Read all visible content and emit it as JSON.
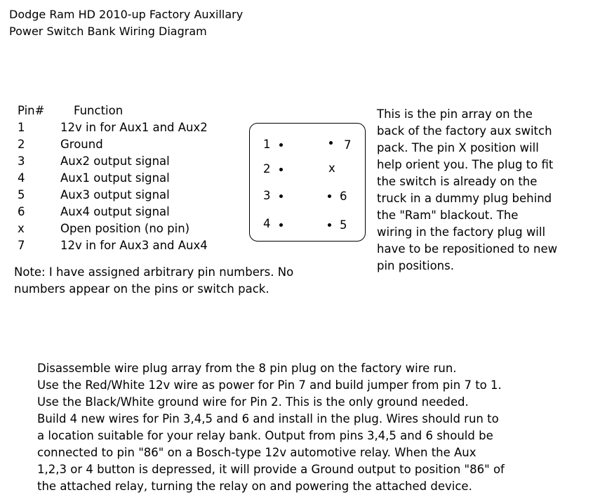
{
  "title": {
    "line1": "Dodge Ram HD 2010-up Factory Auxillary",
    "line2": "Power Switch Bank Wiring Diagram"
  },
  "pin_table": {
    "header": {
      "pin": "Pin#",
      "function": "Function"
    },
    "rows": [
      {
        "pin": "1",
        "function": "12v in for Aux1 and Aux2"
      },
      {
        "pin": "2",
        "function": "Ground"
      },
      {
        "pin": "3",
        "function": "Aux2 output signal"
      },
      {
        "pin": "4",
        "function": "Aux1 output signal"
      },
      {
        "pin": "5",
        "function": "Aux3 output signal"
      },
      {
        "pin": "6",
        "function": "Aux4 output signal"
      },
      {
        "pin": "x",
        "function": "Open position (no pin)"
      },
      {
        "pin": "7",
        "function": "12v in for Aux3 and Aux4"
      }
    ]
  },
  "note": {
    "line1": "Note: I have assigned arbitrary pin numbers.  No",
    "line2": "numbers appear on the pins or switch pack."
  },
  "pin_array": {
    "labels": {
      "p1": "1",
      "p2": "2",
      "p3": "3",
      "p4": "4",
      "p5": "5",
      "p6": "6",
      "p7": "7",
      "px": "x"
    }
  },
  "description": {
    "lines": [
      "This is the pin array on the",
      "back of the factory aux switch",
      "pack.  The pin X position will",
      "help orient you.  The plug to fit",
      "the switch is already on the",
      "truck in a dummy plug behind",
      "the \"Ram\" blackout.  The",
      "wiring in the factory plug will",
      "have to be repositioned to new",
      "pin positions."
    ]
  },
  "instructions": {
    "lines": [
      "Disassemble wire plug array from the 8 pin plug on the factory wire run.",
      "Use the Red/White 12v wire as power for Pin 7 and build jumper from pin 7 to 1.",
      "Use the Black/White ground wire for Pin 2.  This is the only ground needed.",
      "Build 4 new wires for Pin 3,4,5 and 6 and install in the plug.  Wires should run to",
      "a location suitable for your relay bank.  Output from pins 3,4,5 and 6 should be",
      "connected to pin \"86\" on a Bosch-type 12v automotive relay.  When the Aux",
      "1,2,3 or 4 button is depressed, it will provide a Ground output to position \"86\" of",
      "the attached relay, turning the relay on and powering the attached device."
    ]
  }
}
